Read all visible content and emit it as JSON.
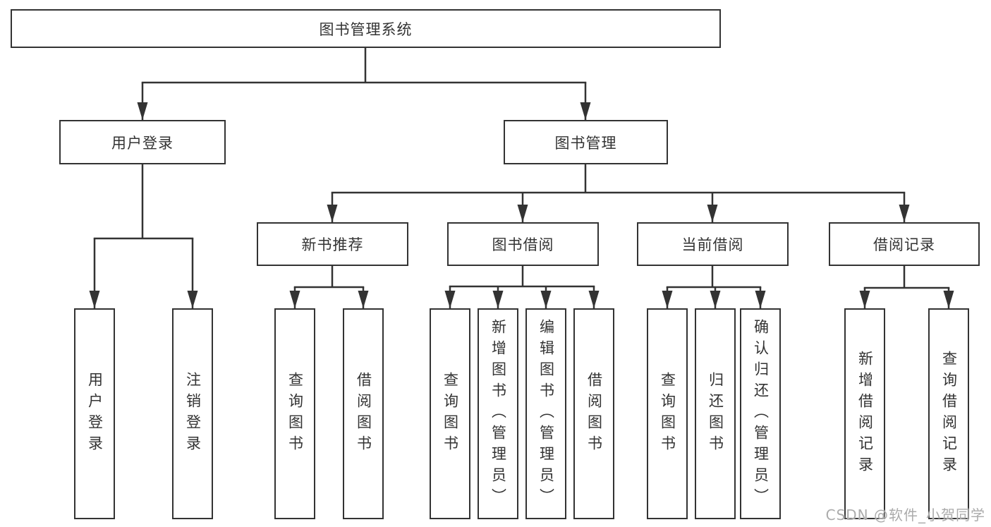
{
  "tree": {
    "root": {
      "label": "图书管理系统",
      "children": [
        {
          "label": "用户登录",
          "children": [
            {
              "label": "用户登录"
            },
            {
              "label": "注销登录"
            }
          ]
        },
        {
          "label": "图书管理",
          "children": [
            {
              "label": "新书推荐",
              "children": [
                {
                  "label": "查询图书"
                },
                {
                  "label": "借阅图书"
                }
              ]
            },
            {
              "label": "图书借阅",
              "children": [
                {
                  "label": "查询图书"
                },
                {
                  "label": "新增图书（管理员）"
                },
                {
                  "label": "编辑图书（管理员）"
                },
                {
                  "label": "借阅图书"
                }
              ]
            },
            {
              "label": "当前借阅",
              "children": [
                {
                  "label": "查询图书"
                },
                {
                  "label": "归还图书"
                },
                {
                  "label": "确认归还（管理员）"
                }
              ]
            },
            {
              "label": "借阅记录",
              "children": [
                {
                  "label": "新增借阅记录"
                },
                {
                  "label": "查询借阅记录"
                }
              ]
            }
          ]
        }
      ]
    }
  },
  "watermark": {
    "text": "CSDN @软件_小贺同学"
  },
  "colors": {
    "line": "#333333",
    "text": "#333333",
    "box_background": "#ffffff",
    "watermark": "#ababab",
    "background": "#ffffff"
  }
}
